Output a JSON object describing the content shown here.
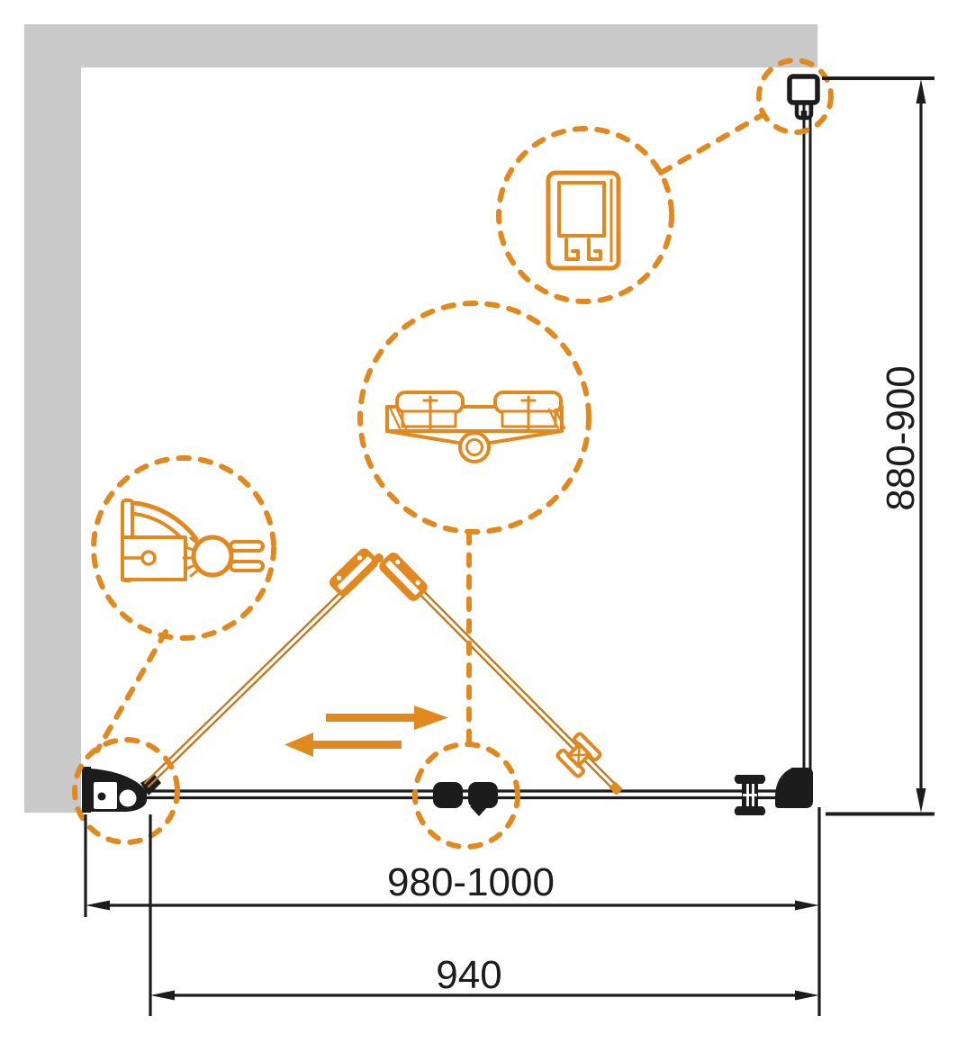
{
  "colors": {
    "accent": "#E1891E",
    "door": "#C17A20",
    "ink": "#1C1C1C",
    "wall": "#C9C9C9",
    "background": "#FFFFFF"
  },
  "dimensions": {
    "height": {
      "label": "880-900",
      "orientation": "vertical"
    },
    "overall_width": {
      "label": "980-1000",
      "orientation": "horizontal"
    },
    "opening_width": {
      "label": "940",
      "orientation": "horizontal"
    }
  },
  "icons": [
    "wall-profile-section-icon",
    "center-hinge-section-icon",
    "wall-pivot-section-icon",
    "wall-top-bracket-icon",
    "wall-pivot-bracket-icon",
    "center-hinge-icon",
    "glass-stopper-icon",
    "corner-connector-icon",
    "door-handle-icon",
    "fold-arrow-right-icon",
    "fold-arrow-left-icon"
  ]
}
